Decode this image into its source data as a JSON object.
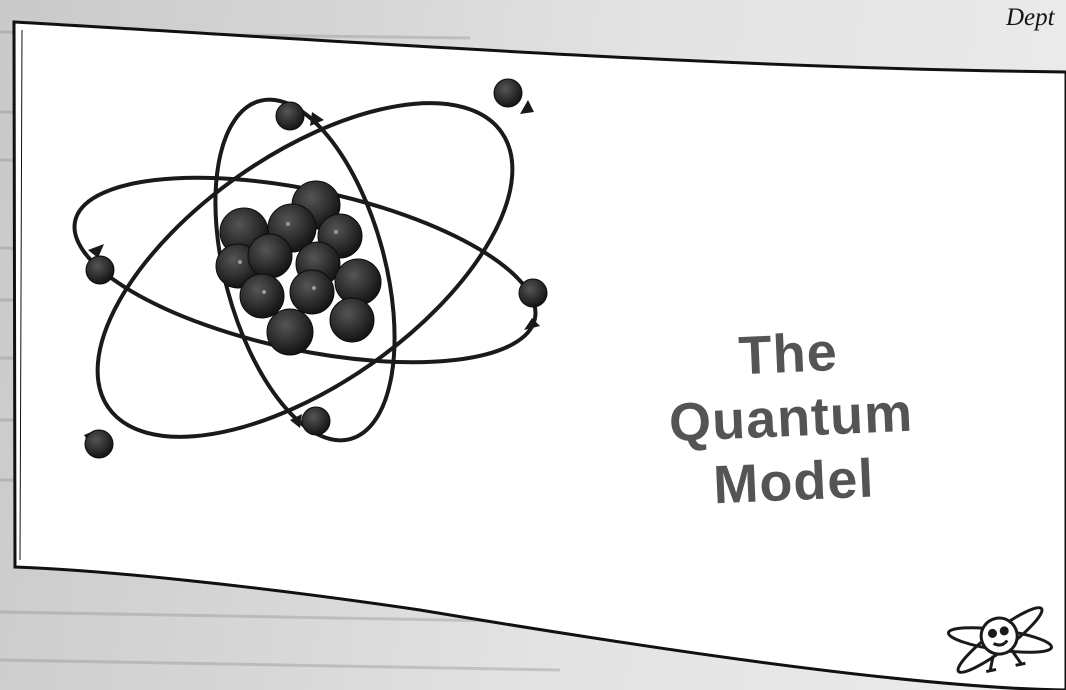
{
  "header": {
    "partial_text": "Dept"
  },
  "slide": {
    "title_lines": [
      "The",
      "Quantum",
      "Model"
    ]
  },
  "illustration": {
    "subject": "atom-icon",
    "corner_logo": "mascot-logo-icon"
  },
  "colors": {
    "ink": "#1a1a1a",
    "title": "#545454",
    "card": "#ffffff",
    "paper": "#d6d6d6"
  }
}
